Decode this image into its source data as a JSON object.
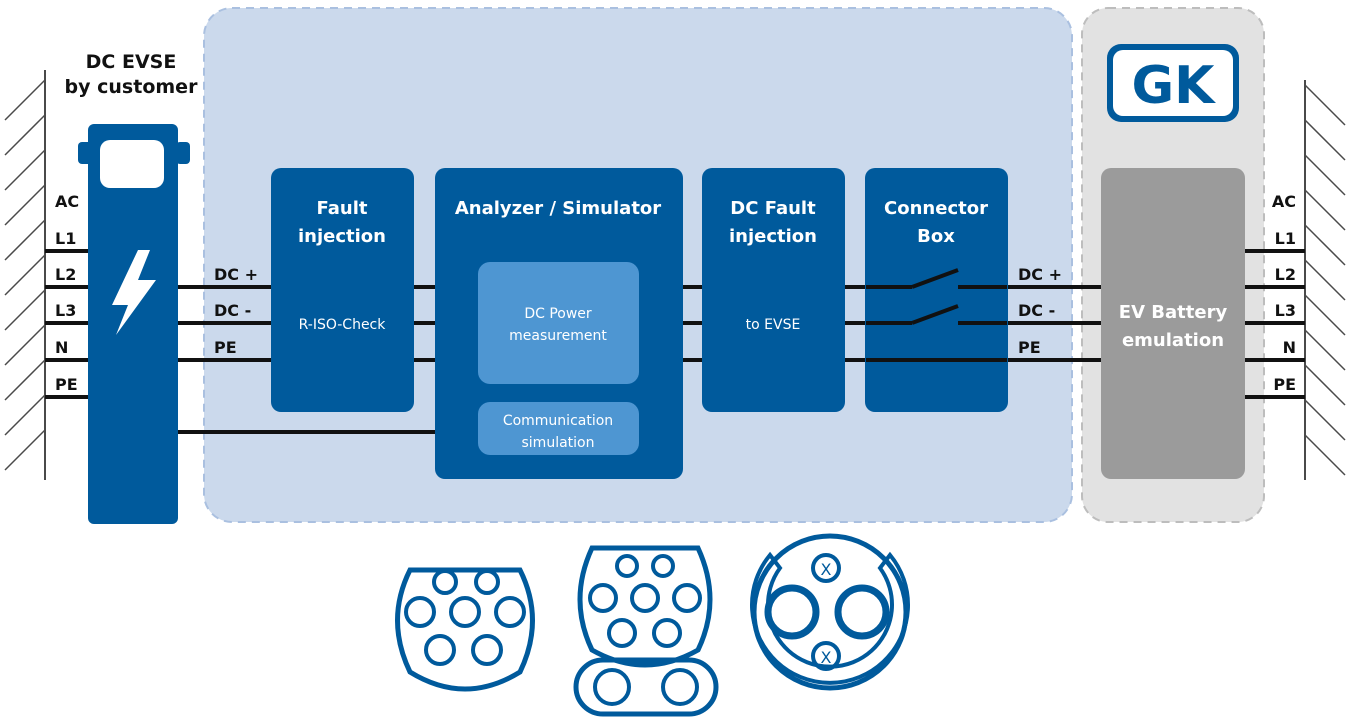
{
  "evse": {
    "title_line1": "DC EVSE",
    "title_line2": "by customer"
  },
  "grid_left": {
    "labels": [
      "AC",
      "L1",
      "L2",
      "L3",
      "N",
      "PE"
    ]
  },
  "grid_right": {
    "labels": [
      "AC",
      "L1",
      "L2",
      "L3",
      "N",
      "PE"
    ]
  },
  "dc_lines_left": [
    "DC +",
    "DC -",
    "PE"
  ],
  "dc_lines_right": [
    "DC +",
    "DC -",
    "PE"
  ],
  "fault_injection": {
    "title_line1": "Fault",
    "title_line2": "injection",
    "subtitle": "R-ISO-Check"
  },
  "analyzer": {
    "title": "Analyzer / Simulator",
    "dc_power_line1": "DC Power",
    "dc_power_line2": "measurement",
    "comm_line1": "Communication",
    "comm_line2": "simulation"
  },
  "dc_fault": {
    "title_line1": "DC Fault",
    "title_line2": "injection",
    "subtitle": "to EVSE"
  },
  "connector_box": {
    "title_line1": "Connector",
    "title_line2": "Box"
  },
  "ev_battery": {
    "title_line1": "EV Battery",
    "title_line2": "emulation"
  },
  "logo": {
    "text": "GK"
  },
  "connectors": [
    "ccs-type2-inlet",
    "ccs-combo2-inlet",
    "chademo-inlet"
  ],
  "colors": {
    "dark_blue": "#005a9c",
    "mid_blue": "#4e96d2",
    "light_panel": "#cbd9ec",
    "grey_panel": "#e2e2e2",
    "battery_grey": "#9b9b9b",
    "line": "#111111"
  }
}
